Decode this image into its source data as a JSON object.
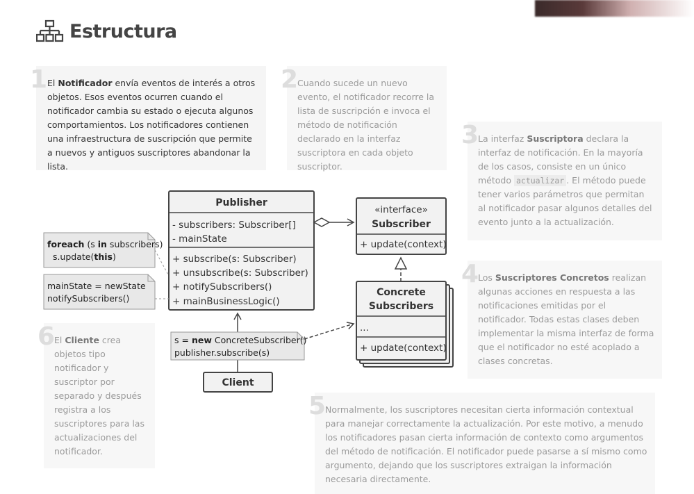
{
  "title": "Estructura",
  "steps": [
    {
      "num": "1",
      "parts": [
        {
          "t": "El "
        },
        {
          "t": "Notificador",
          "b": true
        },
        {
          "t": " envía eventos de interés a otros objetos. Esos eventos ocurren cuando el notificador cambia su estado o ejecuta algunos comportamientos. Los notificadores contienen una infraestructura de suscripción que permite a nuevos y antiguos suscriptores abandonar la lista."
        }
      ]
    },
    {
      "num": "2",
      "parts": [
        {
          "t": "Cuando sucede un nuevo evento, el notificador recorre la lista de suscripción e invoca el método de notificación declarado en la interfaz suscriptora en cada objeto suscriptor."
        }
      ]
    },
    {
      "num": "3",
      "parts": [
        {
          "t": "La interfaz "
        },
        {
          "t": "Suscriptora",
          "b": true
        },
        {
          "t": " declara la interfaz de notificación. En la mayoría de los casos, consiste en un único método "
        },
        {
          "t": "actualizar",
          "code": true
        },
        {
          "t": ". El método puede tener varios parámetros que permitan al notificador pasar algunos detalles del evento junto a la actualización."
        }
      ]
    },
    {
      "num": "4",
      "parts": [
        {
          "t": "Los "
        },
        {
          "t": "Suscriptores Concretos",
          "b": true
        },
        {
          "t": " realizan algunas acciones en respuesta a las notificaciones emitidas por el notificador. Todas estas clases deben implementar la misma interfaz de forma que el notificador no esté acoplado a clases concretas."
        }
      ]
    },
    {
      "num": "5",
      "parts": [
        {
          "t": "Normalmente, los suscriptores necesitan cierta información contextual para manejar correctamente la actualización. Por este motivo, a menudo los notificadores pasan cierta información de contexto como argumentos del método de notificación. El notificador puede pasarse a sí mismo como argumento, dejando que los suscriptores extraigan la información necesaria directamente."
        }
      ]
    },
    {
      "num": "6",
      "parts": [
        {
          "t": "El "
        },
        {
          "t": "Cliente",
          "b": true
        },
        {
          "t": " crea objetos tipo notificador y suscriptor por separado y después registra a los suscriptores para las actualizaciones del notificador."
        }
      ]
    }
  ],
  "diagram": {
    "publisher": {
      "name": "Publisher",
      "fields": [
        "- subscribers: Subscriber[]",
        "- mainState"
      ],
      "methods": [
        "+ subscribe(s: Subscriber)",
        "+ unsubscribe(s: Subscriber)",
        "+ notifySubscribers()",
        "+ mainBusinessLogic()"
      ]
    },
    "subscriber": {
      "stereotype": "«interface»",
      "name": "Subscriber",
      "methods": [
        "+ update(context)"
      ]
    },
    "concrete": {
      "name_line1": "Concrete",
      "name_line2": "Subscribers",
      "fields": [
        "..."
      ],
      "methods": [
        "+ update(context)"
      ]
    },
    "client": {
      "name": "Client"
    },
    "note_foreach": {
      "line1": [
        {
          "t": "foreach",
          "b": true
        },
        {
          "t": " (s "
        },
        {
          "t": "in",
          "b": true
        },
        {
          "t": " subscribers)"
        }
      ],
      "line2": [
        {
          "t": "  s.update("
        },
        {
          "t": "this",
          "b": true
        },
        {
          "t": ")"
        }
      ]
    },
    "note_state": {
      "line1": "mainState = newState",
      "line2": "notifySubscribers()"
    },
    "note_client": {
      "line1": [
        {
          "t": "s = "
        },
        {
          "t": "new",
          "b": true
        },
        {
          "t": " ConcreteSubscriber()"
        }
      ],
      "line2": [
        {
          "t": "publisher.subscribe(s)"
        }
      ]
    }
  }
}
